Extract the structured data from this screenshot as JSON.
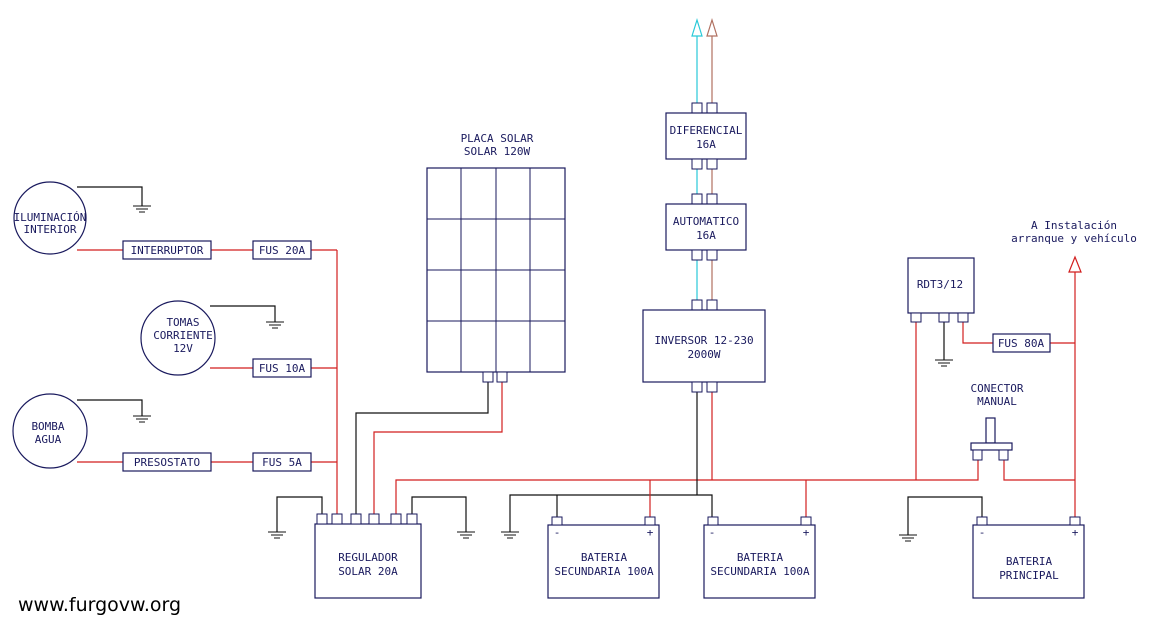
{
  "components": {
    "iluminacion": [
      "ILUMINACIÓN",
      "INTERIOR"
    ],
    "tomas": [
      "TOMAS",
      "CORRIENTE",
      "12V"
    ],
    "bomba": [
      "BOMBA",
      "AGUA"
    ],
    "interruptor": "INTERRUPTOR",
    "presostato": "PRESOSTATO",
    "fus20": "FUS 20A",
    "fus10": "FUS 10A",
    "fus5": "FUS 5A",
    "fus80": "FUS 80A",
    "placa_title": [
      "PLACA SOLAR",
      "SOLAR 120W"
    ],
    "regulador": [
      "REGULADOR",
      "SOLAR 20A"
    ],
    "diferencial": [
      "DIFERENCIAL",
      "16A"
    ],
    "automatico": [
      "AUTOMATICO",
      "16A"
    ],
    "inversor": [
      "INVERSOR 12-230",
      "2000W"
    ],
    "bateria_sec_1": [
      "BATERIA",
      "SECUNDARIA 100A"
    ],
    "bateria_sec_2": [
      "BATERIA",
      "SECUNDARIA 100A"
    ],
    "bateria_principal": [
      "BATERIA",
      "PRINCIPAL"
    ],
    "rdt": "RDT3/12",
    "conector": [
      "CONECTOR",
      "MANUAL"
    ],
    "instalacion": [
      "A Instalación",
      "arranque y vehículo"
    ],
    "minus": "-",
    "plus": "+"
  },
  "watermark": "www.furgovw.org",
  "colors": {
    "positive_wire": "#d21f1f",
    "negative_wire": "#111111",
    "ac_phase": "#29c9d8",
    "ac_neutral": "#b07060",
    "component_stroke": "#1a1a5e"
  }
}
